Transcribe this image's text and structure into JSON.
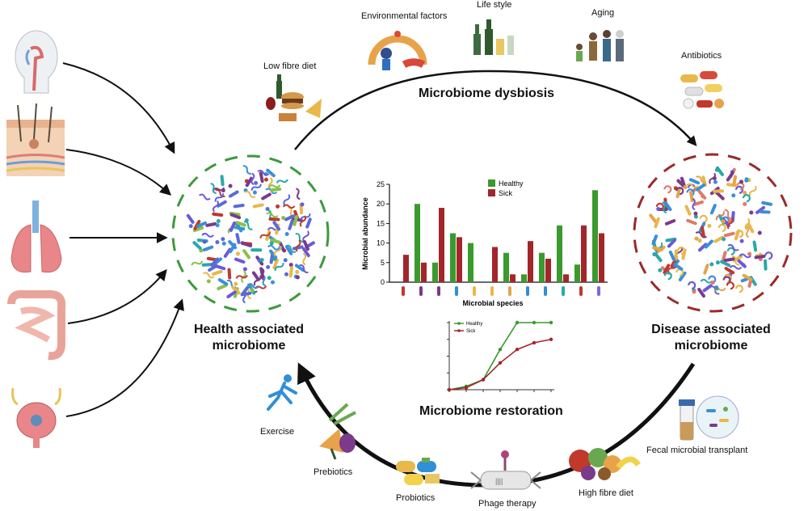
{
  "titles": {
    "health": "Health associated microbiome",
    "disease": "Disease associated microbiome",
    "dysbiosis": "Microbiome dysbiosis",
    "restoration": "Microbiome restoration"
  },
  "dysbiosis_factors": [
    {
      "label": "Environmental factors",
      "icon": "environment-icon"
    },
    {
      "label": "Life style",
      "icon": "bottles-icon"
    },
    {
      "label": "Aging",
      "icon": "family-icon"
    },
    {
      "label": "Antibiotics",
      "icon": "pills-icon"
    },
    {
      "label": "Low fibre diet",
      "icon": "fast-food-icon"
    }
  ],
  "restoration_factors": [
    {
      "label": "Exercise",
      "icon": "runner-icon"
    },
    {
      "label": "Prebiotics",
      "icon": "vegetables-icon"
    },
    {
      "label": "Probiotics",
      "icon": "probiotic-capsules-icon"
    },
    {
      "label": "Phage therapy",
      "icon": "phage-icon"
    },
    {
      "label": "High fibre diet",
      "icon": "fruits-icon"
    },
    {
      "label": "Fecal microbial transplant",
      "icon": "fmt-tube-icon"
    }
  ],
  "body_sites": [
    "head-airway-icon",
    "skin-icon",
    "lungs-icon",
    "intestine-icon",
    "bladder-icon"
  ],
  "colors": {
    "healthy": "#3a9a2e",
    "sick": "#a3262a",
    "healthy_ring": "#3c9a3c",
    "disease_ring": "#9a2a2a"
  },
  "chart_data": [
    {
      "type": "bar",
      "ylabel": "Microbial abundance",
      "xlabel": "Microbial species",
      "ylim": [
        0,
        25
      ],
      "yticks": [
        "0",
        "5",
        "10",
        "15",
        "20",
        "25"
      ],
      "legend_position": "top-right",
      "series": [
        {
          "name": "Healthy",
          "color": "#3a9a2e",
          "values": [
            0,
            20,
            5,
            12.5,
            10,
            0,
            7.5,
            2,
            7.5,
            14.5,
            4.5,
            23.5
          ]
        },
        {
          "name": "Sick",
          "color": "#a3262a",
          "values": [
            7,
            5,
            19,
            11.5,
            0,
            9,
            2,
            10.5,
            6,
            2,
            14.5,
            12.5
          ]
        }
      ]
    },
    {
      "type": "line",
      "legend_position": "top-left",
      "x": [
        0,
        1,
        2,
        3,
        4,
        5,
        6
      ],
      "series": [
        {
          "name": "Healthy",
          "color": "#3a9a2e",
          "values": [
            0,
            0.05,
            0.15,
            0.6,
            1.0,
            1.0,
            1.0
          ]
        },
        {
          "name": "Sick",
          "color": "#a3262a",
          "values": [
            0,
            0.03,
            0.15,
            0.4,
            0.6,
            0.7,
            0.75
          ]
        }
      ]
    }
  ]
}
